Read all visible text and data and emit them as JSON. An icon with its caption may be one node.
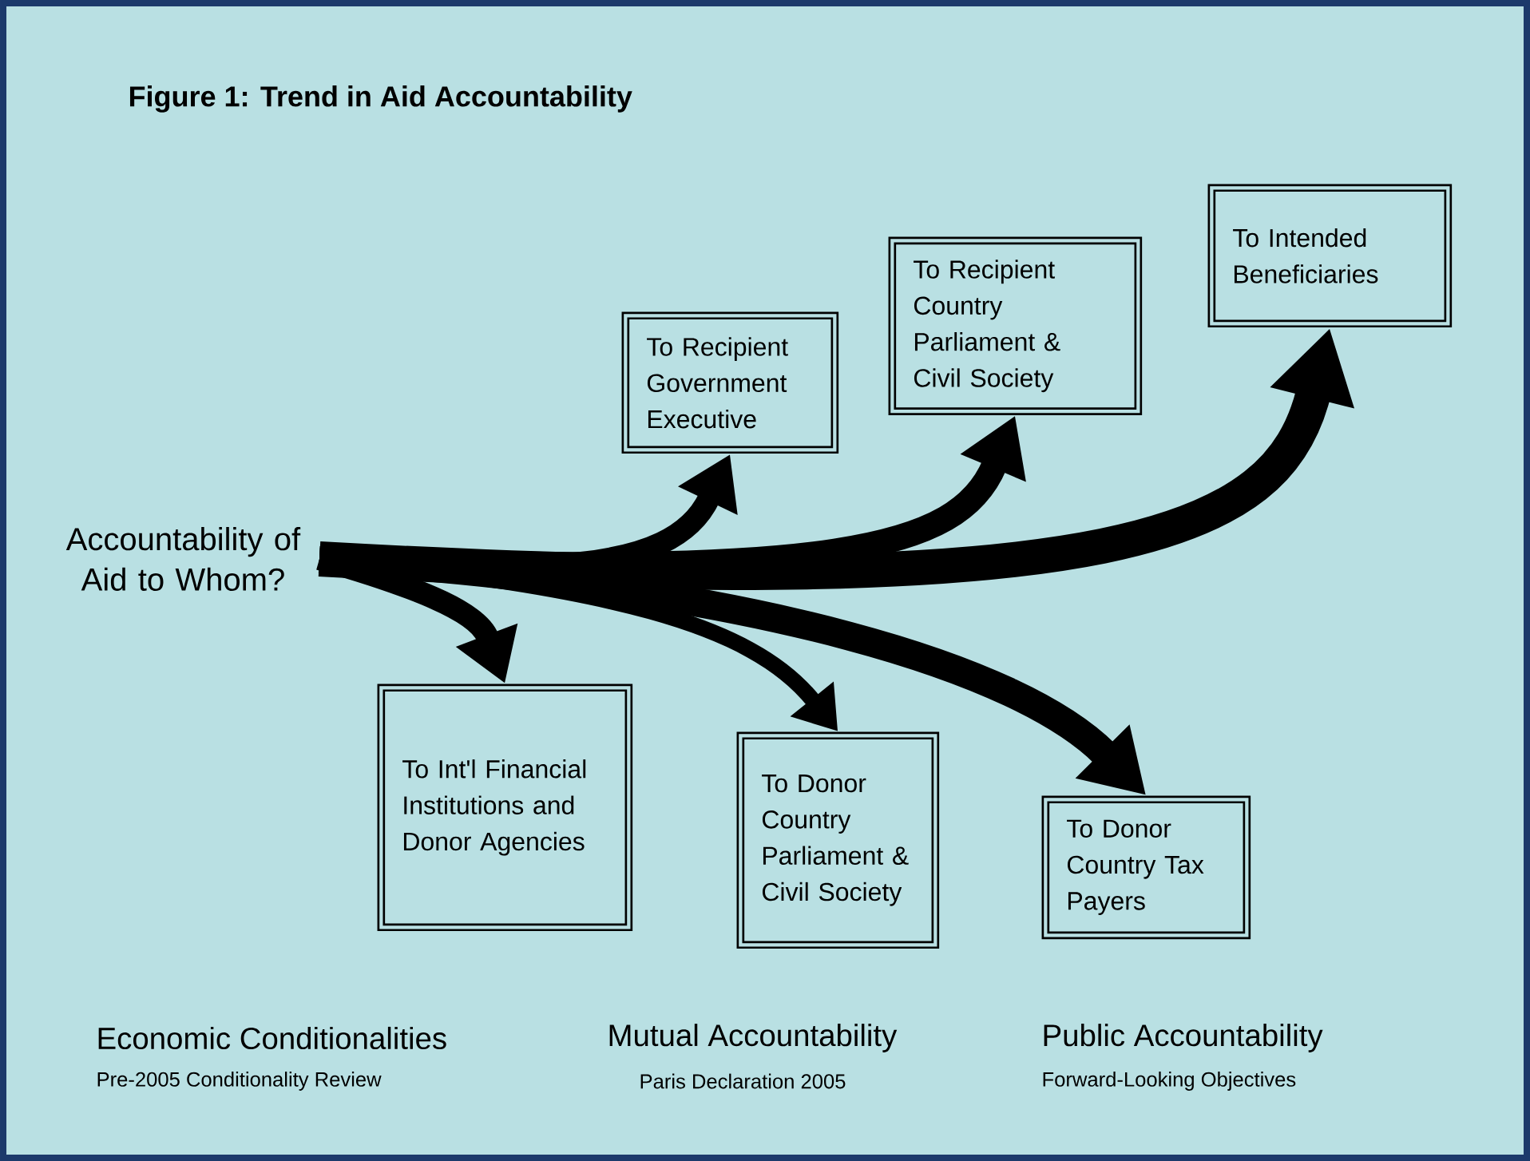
{
  "diagram": {
    "title": "Figure 1: Trend in Aid Accountability",
    "nodes": [
      {
        "text": [
          "Accountability of Aid to Whom?"
        ]
      },
      {
        "text": [
          "To Recipient Government Executive"
        ]
      },
      {
        "text": [
          "To Recipient Country Parliament & Civil Society"
        ]
      },
      {
        "text": [
          "To Intended Beneficiaries"
        ]
      },
      {
        "text": [
          "To Int'l Financial Institutions and Donor Agencies"
        ]
      },
      {
        "text": [
          "To Donor Country Parliament & Civil Society"
        ]
      },
      {
        "text": [
          "To Donor Country Tax Payers"
        ]
      }
    ],
    "edges": [
      {
        "from": 0,
        "to": 1,
        "arrow": "to"
      },
      {
        "from": 0,
        "to": 2,
        "arrow": "to"
      },
      {
        "from": 0,
        "to": 3,
        "arrow": "to"
      },
      {
        "from": 0,
        "to": 4,
        "arrow": "to"
      },
      {
        "from": 0,
        "to": 5,
        "arrow": "to"
      },
      {
        "from": 0,
        "to": 6,
        "arrow": "to"
      }
    ],
    "labels": [
      "Economic Conditionalities",
      "Mutual Accountability",
      "Public Accountability",
      "Pre-2005 Conditionality Review",
      "Paris Declaration 2005",
      "Forward-Looking Objectives"
    ]
  }
}
